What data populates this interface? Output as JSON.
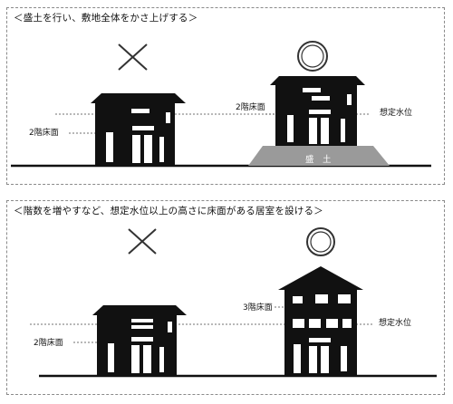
{
  "panel1": {
    "title": "＜盛土を行い、敷地全体をかさ上げする＞",
    "floor_label": "2階床面",
    "floor_label_right": "2階床面",
    "water_label": "想定水位",
    "fill_label": "盛　土",
    "bad_mark": "×",
    "good_mark": "○"
  },
  "panel2": {
    "title": "＜階数を増やすなど、想定水位以上の高さに床面がある居室を設ける＞",
    "floor_label_left": "2階床面",
    "floor_label_right": "3階床面",
    "water_label": "想定水位",
    "bad_mark": "×",
    "good_mark": "○"
  }
}
